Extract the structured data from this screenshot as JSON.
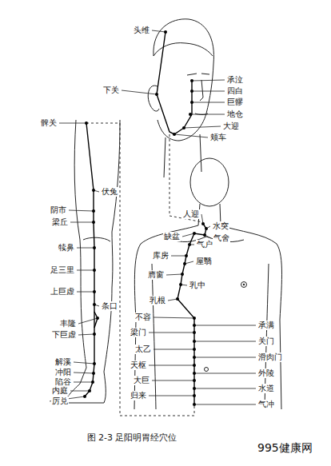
{
  "diagram": {
    "caption": "图 2-3 足阳明胃经穴位",
    "labels": [
      "头维",
      "下关",
      "承泣",
      "四白",
      "巨髎",
      "地仓",
      "大迎",
      "颊车",
      "髀关",
      "伏兔",
      "阴市",
      "梁丘",
      "犊鼻",
      "足三里",
      "上巨虚",
      "条口",
      "丰隆",
      "下巨虚",
      "解溪",
      "冲阳",
      "陷谷",
      "内庭",
      "厉兑",
      "人迎",
      "水突",
      "缺盆",
      "气舍",
      "库房",
      "气户",
      "屋翳",
      "膺窗",
      "乳中",
      "乳根",
      "不容",
      "承满",
      "梁门",
      "关门",
      "太乙",
      "滑肉门",
      "天枢",
      "外陵",
      "大巨",
      "水道",
      "归来",
      "气冲",
      "995健康网"
    ]
  }
}
